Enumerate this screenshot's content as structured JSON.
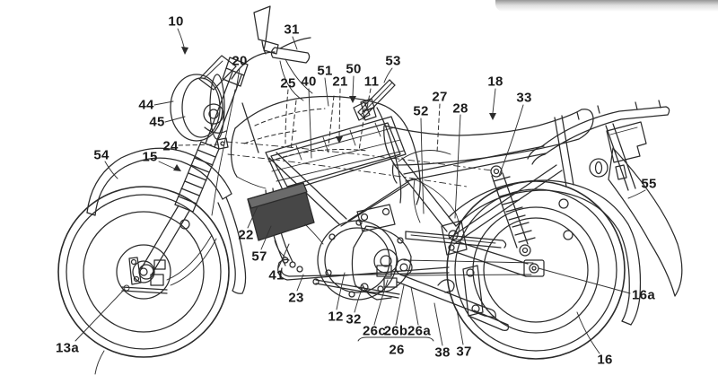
{
  "figure": {
    "kind": "patent line drawing",
    "subject": "motorcycle, left-side elevation view with numbered reference parts",
    "background_color": "#ffffff",
    "line_color": "#2b2b2b",
    "top_shadow_color": "#9e9e9e"
  },
  "labels": [
    {
      "text": "10"
    },
    {
      "text": "31"
    },
    {
      "text": "20"
    },
    {
      "text": "44"
    },
    {
      "text": "45"
    },
    {
      "text": "24"
    },
    {
      "text": "15"
    },
    {
      "text": "54"
    },
    {
      "text": "25"
    },
    {
      "text": "40"
    },
    {
      "text": "51"
    },
    {
      "text": "21"
    },
    {
      "text": "50"
    },
    {
      "text": "11"
    },
    {
      "text": "53"
    },
    {
      "text": "27"
    },
    {
      "text": "52"
    },
    {
      "text": "28"
    },
    {
      "text": "18"
    },
    {
      "text": "33"
    },
    {
      "text": "55"
    },
    {
      "text": "22"
    },
    {
      "text": "57"
    },
    {
      "text": "41"
    },
    {
      "text": "23"
    },
    {
      "text": "12"
    },
    {
      "text": "32"
    },
    {
      "text": "13a"
    },
    {
      "text": "26c"
    },
    {
      "text": "26b"
    },
    {
      "text": "26a"
    },
    {
      "text": "26"
    },
    {
      "text": "38"
    },
    {
      "text": "37"
    },
    {
      "text": "16a"
    },
    {
      "text": "16"
    }
  ]
}
